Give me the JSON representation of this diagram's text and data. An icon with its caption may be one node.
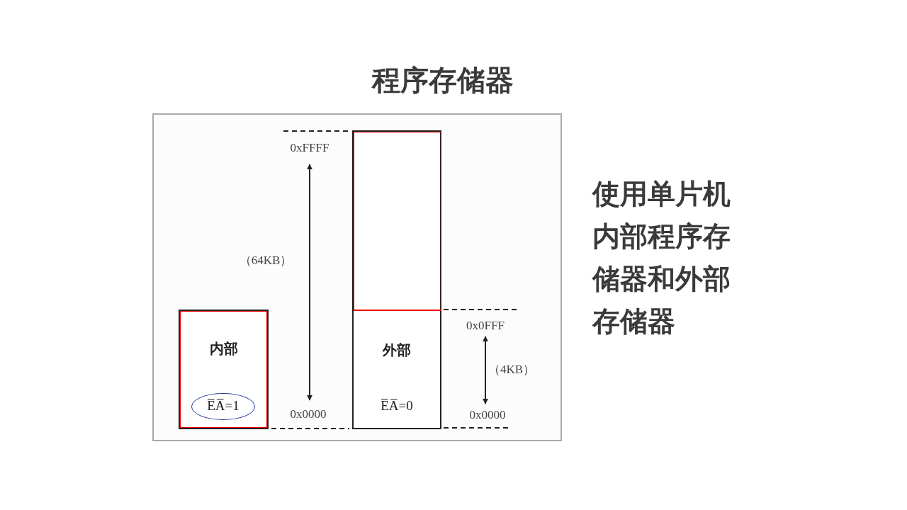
{
  "diagram": {
    "title": "程序存储器",
    "nodes": [
      {
        "text": [
          "内部"
        ]
      },
      {
        "text": [
          "E̅A̅=1"
        ],
        "in": 0
      },
      {
        "text": [
          "外部",
          "E̅A̅=0"
        ]
      },
      {
        "text": [],
        "shape": "box",
        "in": 2
      }
    ],
    "labels": [
      "0xFFFF",
      "（64KB）",
      "0x0000",
      "0x0FFF",
      "（4KB）",
      "0x0000",
      "使用单片机内部程序存储器和外部存储器"
    ]
  }
}
